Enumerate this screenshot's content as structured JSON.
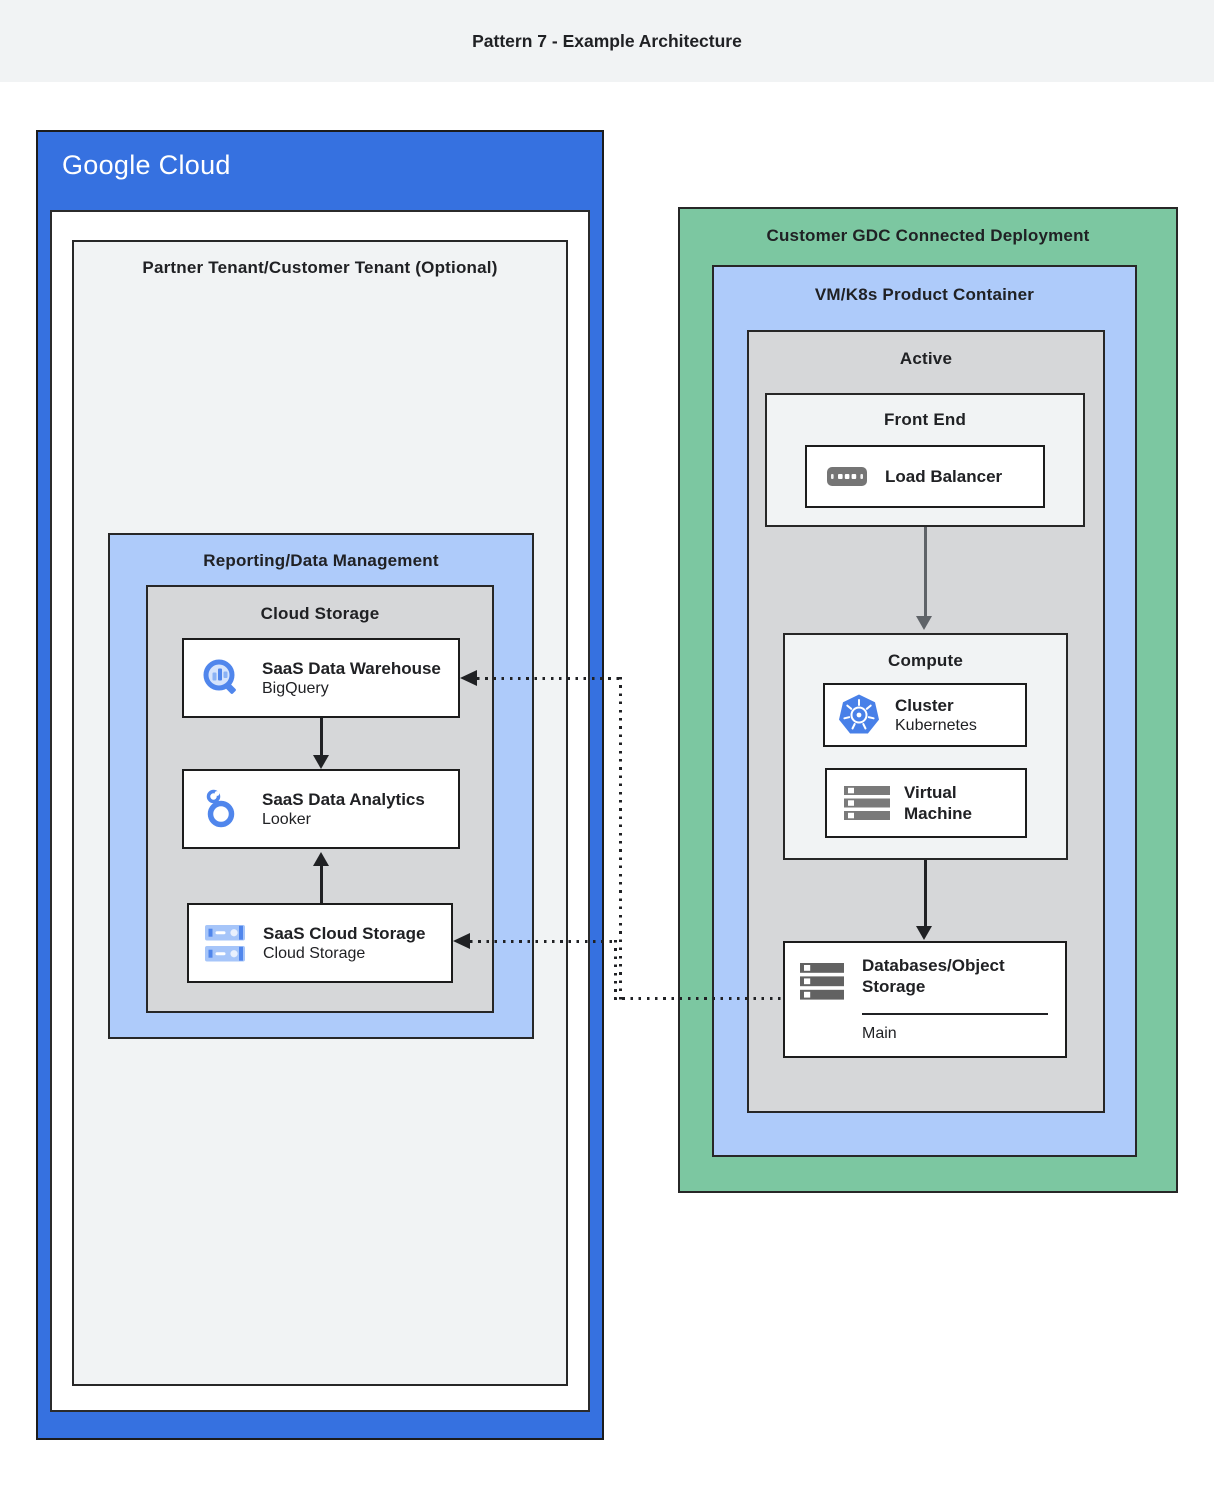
{
  "header": {
    "title": "Pattern 7 - Example Architecture"
  },
  "google_cloud": {
    "logo": "Google Cloud",
    "partner_tenant_title": "Partner Tenant/Customer Tenant (Optional)",
    "reporting": {
      "title": "Reporting/Data Management",
      "cloud_storage": {
        "title": "Cloud Storage",
        "cards": [
          {
            "title": "SaaS Data Warehouse",
            "subtitle": "BigQuery",
            "icon": "bigquery-icon"
          },
          {
            "title": "SaaS Data Analytics",
            "subtitle": "Looker",
            "icon": "looker-icon"
          },
          {
            "title": "SaaS Cloud Storage",
            "subtitle": "Cloud Storage",
            "icon": "cloud-storage-icon"
          }
        ]
      }
    }
  },
  "customer_gdc": {
    "title": "Customer GDC Connected Deployment",
    "vm_k8s_container": {
      "title": "VM/K8s Product Container",
      "active": {
        "title": "Active",
        "front_end": {
          "title": "Front End",
          "load_balancer": {
            "title": "Load Balancer",
            "icon": "load-balancer-icon"
          }
        },
        "compute": {
          "title": "Compute",
          "cluster": {
            "title": "Cluster",
            "subtitle": "Kubernetes",
            "icon": "kubernetes-icon"
          },
          "virtual_machine": {
            "title": "Virtual Machine",
            "icon": "virtual-machine-icon"
          }
        },
        "databases": {
          "title": "Databases/Object Storage",
          "section_label": "Main",
          "icon": "databases-storage-icon"
        }
      }
    }
  },
  "colors": {
    "gblue": "#3671E0",
    "lblue": "#AECBFA",
    "green": "#7CC7A1",
    "grayfill": "#D6D7D9",
    "panel": "#F1F3F4",
    "ink": "#202124",
    "iconblue": "#5086EC",
    "arrowgray": "#5F6368"
  }
}
